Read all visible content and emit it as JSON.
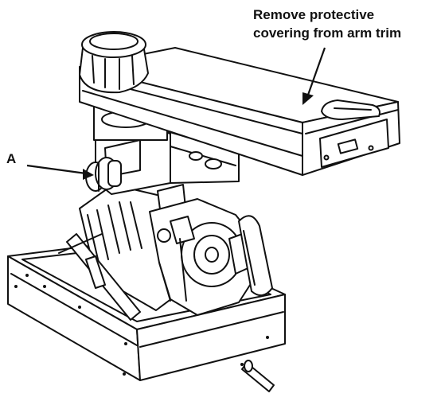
{
  "callout": {
    "line1": "Remove protective",
    "line2": "covering from arm trim"
  },
  "label_a": "A",
  "icons": {
    "machine": "radial-arm-saw-illustration",
    "arrow": "pointer-arrow"
  },
  "colors": {
    "ink": "#111111",
    "paper": "#ffffff"
  }
}
